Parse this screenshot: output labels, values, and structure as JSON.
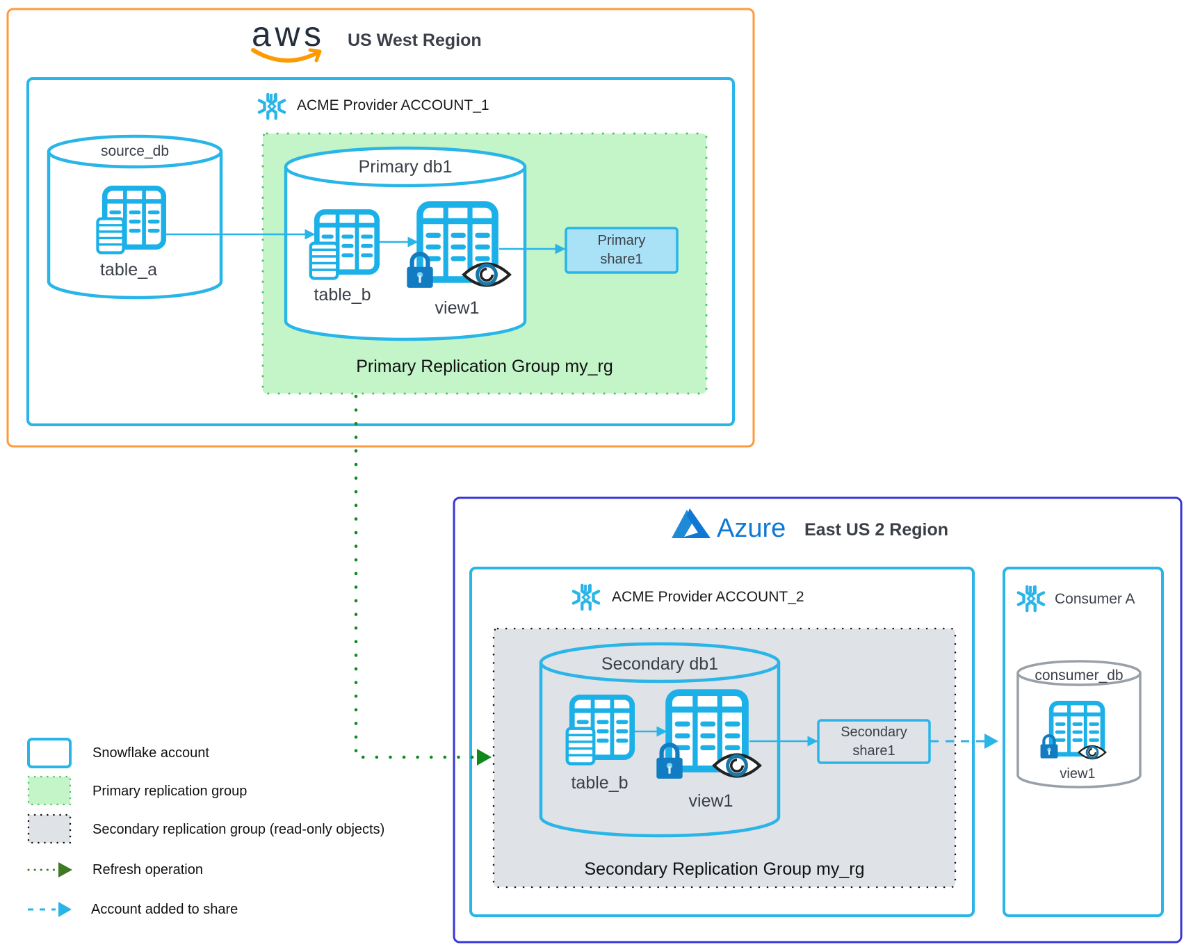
{
  "colors": {
    "aws_region_border": "#ff9a3c",
    "azure_region_border": "#3a37d9",
    "snowflake_account_border": "#29b5e8",
    "primary_group_fill": "#c3f5c8",
    "primary_group_dots": "#4cc35c",
    "secondary_group_fill": "#dfe2e7",
    "secondary_group_dots": "#111111",
    "refresh_arrow": "#0e8a1c",
    "share_arrow": "#29b5e8",
    "primary_share_fill": "#a9e2f6",
    "consumer_db_border": "#9aa0a8"
  },
  "aws_region": {
    "logo": "aws-logo",
    "logo_text": "aws",
    "title": "US West Region",
    "account": {
      "icon": "snowflake-icon",
      "title": "ACME Provider ACCOUNT_1",
      "source_db": {
        "title": "source_db",
        "objects": [
          {
            "icon": "table-icon",
            "label": "table_a"
          }
        ]
      },
      "primary_group": {
        "label": "Primary Replication Group my_rg",
        "database": {
          "title": "Primary db1",
          "objects": [
            {
              "icon": "table-icon",
              "label": "table_b"
            },
            {
              "icon": "secure-view-icon",
              "label": "view1"
            }
          ]
        },
        "share": {
          "line1": "Primary",
          "line2": "share1"
        }
      }
    }
  },
  "azure_region": {
    "logo": "azure-logo",
    "logo_text": "Azure",
    "title": "East US 2 Region",
    "account": {
      "icon": "snowflake-icon",
      "title": "ACME Provider ACCOUNT_2",
      "secondary_group": {
        "label": "Secondary Replication Group my_rg",
        "database": {
          "title": "Secondary db1",
          "objects": [
            {
              "icon": "table-icon",
              "label": "table_b"
            },
            {
              "icon": "secure-view-icon",
              "label": "view1"
            }
          ]
        },
        "share": {
          "line1": "Secondary",
          "line2": "share1"
        }
      }
    },
    "consumer": {
      "icon": "snowflake-icon",
      "title": "Consumer A",
      "database": {
        "title": "consumer_db",
        "objects": [
          {
            "icon": "secure-view-icon",
            "label": "view1"
          }
        ]
      }
    }
  },
  "legend": [
    {
      "symbol": "snowflake-account",
      "label": "Snowflake account"
    },
    {
      "symbol": "primary-replication-group",
      "label": "Primary replication group"
    },
    {
      "symbol": "secondary-replication-group",
      "label": "Secondary replication group (read-only objects)"
    },
    {
      "symbol": "refresh-arrow",
      "label": "Refresh operation"
    },
    {
      "symbol": "share-arrow",
      "label": "Account added to share"
    }
  ]
}
